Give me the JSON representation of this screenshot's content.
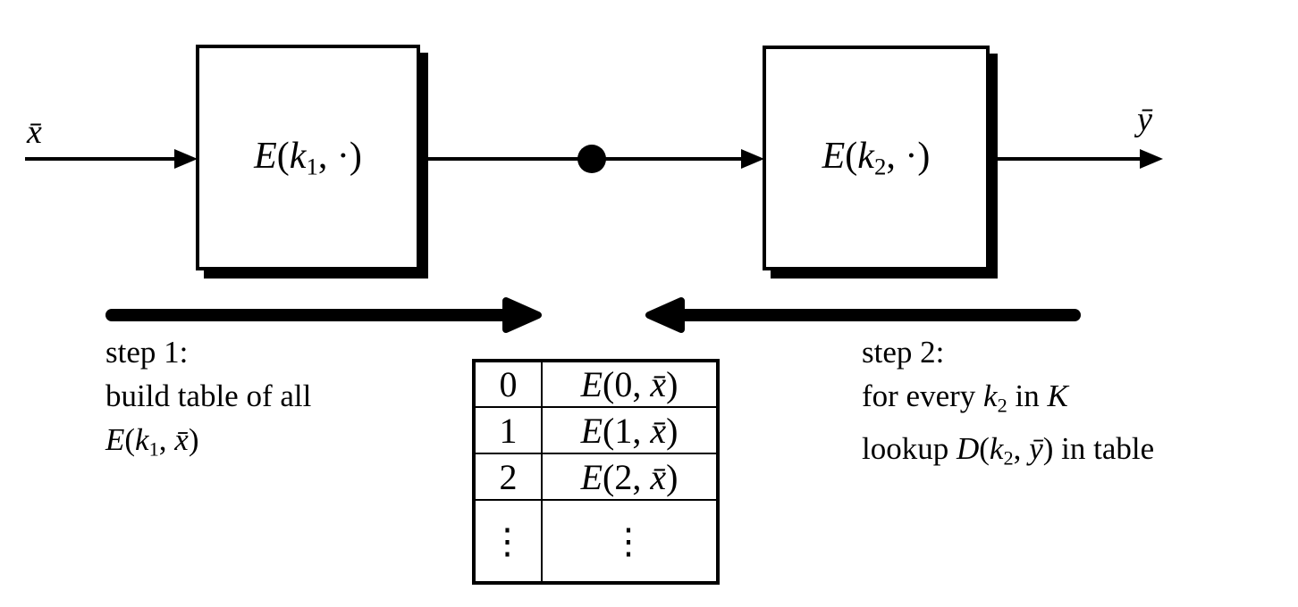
{
  "colors": {
    "ink": "#000000",
    "background": "#ffffff"
  },
  "flow": {
    "input_label": "x̄",
    "output_label": "ȳ",
    "box1_parts": [
      {
        "t": "E",
        "c": "it"
      },
      {
        "t": "(",
        "c": "up"
      },
      {
        "t": "k",
        "c": "it"
      },
      {
        "t": "1",
        "c": "sub"
      },
      {
        "t": ", ·)",
        "c": "up"
      }
    ],
    "box2_parts": [
      {
        "t": "E",
        "c": "it"
      },
      {
        "t": "(",
        "c": "up"
      },
      {
        "t": "k",
        "c": "it"
      },
      {
        "t": "2",
        "c": "sub"
      },
      {
        "t": ", ·)",
        "c": "up"
      }
    ]
  },
  "step1": {
    "title": "step 1:",
    "line2": "build table of all",
    "line3_parts": [
      {
        "t": "E",
        "c": "it"
      },
      {
        "t": "(",
        "c": "up"
      },
      {
        "t": "k",
        "c": "it"
      },
      {
        "t": "1",
        "c": "sub"
      },
      {
        "t": ", ",
        "c": "up"
      },
      {
        "t": "x̄",
        "c": "it"
      },
      {
        "t": ")",
        "c": "up"
      }
    ]
  },
  "step2": {
    "title": "step 2:",
    "line2_parts": [
      {
        "t": "for every ",
        "c": "up"
      },
      {
        "t": "k",
        "c": "it"
      },
      {
        "t": "2",
        "c": "sub"
      },
      {
        "t": " in ",
        "c": "up"
      },
      {
        "t": "K",
        "c": "scr"
      }
    ],
    "line3_parts": [
      {
        "t": "lookup ",
        "c": "up"
      },
      {
        "t": "D",
        "c": "it"
      },
      {
        "t": "(",
        "c": "up"
      },
      {
        "t": "k",
        "c": "it"
      },
      {
        "t": "2",
        "c": "sub"
      },
      {
        "t": ", ",
        "c": "up"
      },
      {
        "t": "ȳ",
        "c": "it"
      },
      {
        "t": ")",
        "c": "up"
      },
      {
        "t": " in table",
        "c": "up"
      }
    ]
  },
  "table": {
    "rows": [
      {
        "key": "0",
        "value_parts": [
          {
            "t": "E",
            "c": "it"
          },
          {
            "t": "(0, ",
            "c": "up"
          },
          {
            "t": "x̄",
            "c": "it"
          },
          {
            "t": ")",
            "c": "up"
          }
        ]
      },
      {
        "key": "1",
        "value_parts": [
          {
            "t": "E",
            "c": "it"
          },
          {
            "t": "(1, ",
            "c": "up"
          },
          {
            "t": "x̄",
            "c": "it"
          },
          {
            "t": ")",
            "c": "up"
          }
        ]
      },
      {
        "key": "2",
        "value_parts": [
          {
            "t": "E",
            "c": "it"
          },
          {
            "t": "(2, ",
            "c": "up"
          },
          {
            "t": "x̄",
            "c": "it"
          },
          {
            "t": ")",
            "c": "up"
          }
        ]
      },
      {
        "key": "⋮",
        "value_parts": [
          {
            "t": "⋮",
            "c": "up"
          }
        ]
      }
    ]
  }
}
